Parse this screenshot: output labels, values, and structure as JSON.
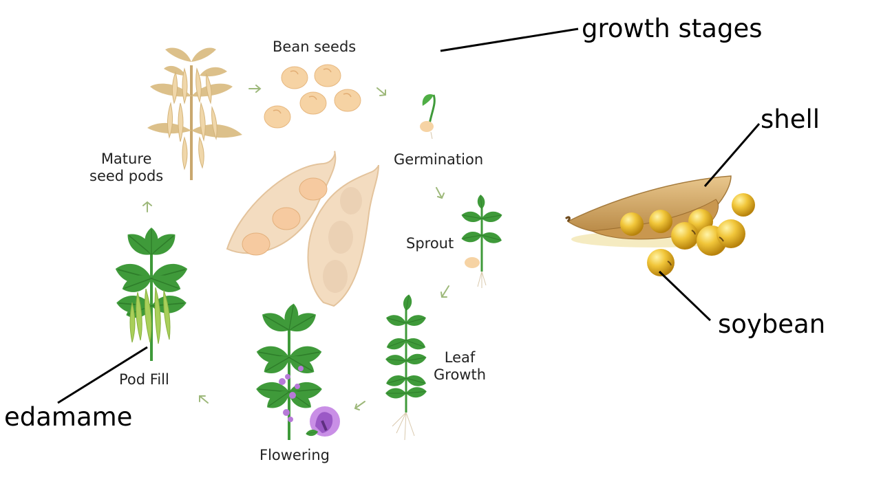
{
  "stages": {
    "bean_seeds": "Bean seeds",
    "germination": "Germination",
    "sprout": "Sprout",
    "leaf_growth_1": "Leaf",
    "leaf_growth_2": "Growth",
    "flowering": "Flowering",
    "pod_fill": "Pod Fill",
    "mature_1": "Mature",
    "mature_2": "seed pods"
  },
  "callouts": {
    "growth_stages": "growth stages",
    "shell": "shell",
    "soybean": "soybean",
    "edamame": "edamame"
  },
  "colors": {
    "leaf": "#3f9a3a",
    "leaf_dark": "#2e7d2a",
    "seed": "#f6d3a4",
    "pod_beige": "#f3dcc0",
    "dry_plant": "#d9bf8a",
    "edamame": "#a9cf5a",
    "flower": "#b779d8",
    "soybean_gold": "#e8b624",
    "shell_tan": "#d6ad6a",
    "arrow": "#9db87a"
  }
}
